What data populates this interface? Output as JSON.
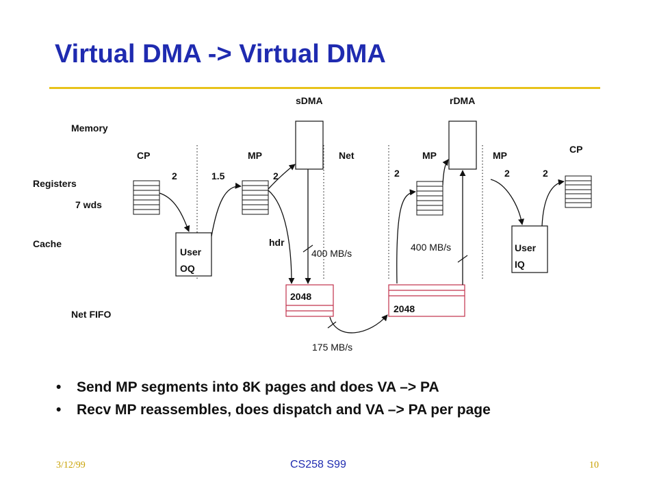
{
  "title": "Virtual DMA -> Virtual DMA",
  "diagram": {
    "rows": {
      "memory": "Memory",
      "registers": "Registers",
      "seven_wds": "7 wds",
      "cache": "Cache",
      "net_fifo": "Net FIFO"
    },
    "columns": {
      "sdma": "sDMA",
      "rdma": "rDMA",
      "cp_left": "CP",
      "mp_1": "MP",
      "net": "Net",
      "mp_2": "MP",
      "mp_3": "MP",
      "cp_right": "CP"
    },
    "numbers": {
      "n_cp": "2",
      "n_mp_in": "1.5",
      "n_mp_out": "2",
      "n_recv": "2",
      "n_mp3": "2",
      "n_cp_right": "2"
    },
    "boxes": {
      "user_oq_line1": "User",
      "user_oq_line2": "OQ",
      "user_iq_line1": "User",
      "user_iq_line2": "IQ",
      "hdr": "hdr",
      "fifo_left": "2048",
      "fifo_right": "2048"
    },
    "rates": {
      "send_rate": "400 MB/s",
      "recv_rate": "400 MB/s",
      "net_rate": "175 MB/s"
    }
  },
  "bullets": [
    "Send MP segments into 8K pages and does VA –> PA",
    "Recv MP reassembles, does dispatch and VA –> PA per page"
  ],
  "footer": {
    "date": "3/12/99",
    "course": "CS258 S99",
    "page": "10"
  },
  "colors": {
    "title": "#1f2bb0",
    "rule": "#e8c21a",
    "fifo_border": "#c0304a",
    "footer_side": "#c8a000"
  }
}
